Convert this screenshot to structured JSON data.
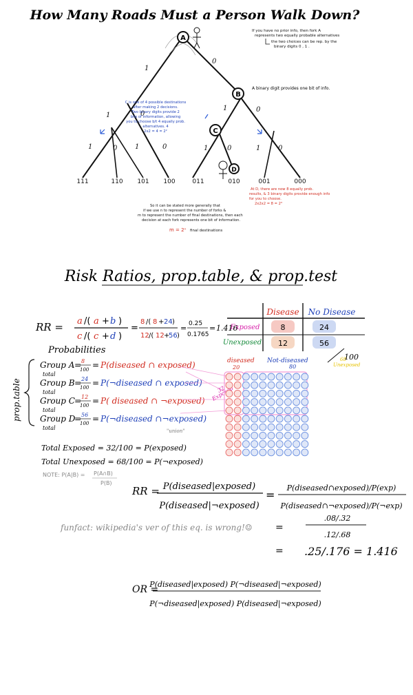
{
  "tree": {
    "title": "How Many Roads Must  a Person Walk Down?",
    "nodes": {
      "a": "A",
      "b": "B",
      "c": "C",
      "d": "D"
    },
    "edge_labels": {
      "one": "1",
      "zero": "0"
    },
    "leaves": [
      "111",
      "110",
      "101",
      "100",
      "011",
      "010",
      "001",
      "000"
    ],
    "note_top": [
      "If you have no prior info, then fork A",
      "represents two equally probable alternatives",
      "the two choices can be rep. by the",
      "binary digits  0 , 1 ."
    ],
    "note_binary": "A binary digit provides one bit of info.",
    "note_c": [
      "C is one of 4 possible destinations",
      "after making 2 decisions.",
      "Two binary digits provide 2",
      "bits of information, allowing",
      "you to choose b/t 4 equally prob.",
      "alternatives.  4",
      "2x2 = 4 = 2²"
    ],
    "note_d": [
      "At D, there are now 8 equally prob.",
      "results, & 3 binary digits provide enough info",
      "for you to choose.",
      "2x2x2 = 8 = 2³"
    ],
    "note_bottom": [
      "So it can be stated more generally that",
      "if we use n to represent the number of forks &",
      "m to represent the number of final destinations, then each",
      "decision at each fork represents one bit of information."
    ],
    "formula": "m = 2ⁿ",
    "formula_tail": "final destinations"
  },
  "rr": {
    "title": "Risk Ratios, prop.table, & prop.test",
    "table": {
      "col_disease": "Disease",
      "col_no_disease": "No Disease",
      "row_exposed": "Exposed",
      "row_unexposed": "Unexposed",
      "cells": [
        [
          "8",
          "24"
        ],
        [
          "12",
          "56"
        ]
      ],
      "total": "100"
    },
    "rr_label": "RR =",
    "rr_formula": {
      "a": "a",
      "b": "b",
      "c": "c",
      "d": "d",
      "n1": "8",
      "n2": "8",
      "n3": "24",
      "n4": "12",
      "n5": "12",
      "n6": "56",
      "dec1": "0.25",
      "dec2": "0.1765",
      "result": "1.416"
    },
    "probabilities_heading": "Probabilities",
    "prop_table_label": "prop.table",
    "groups": [
      {
        "name": "Group A",
        "num": "8",
        "den": "100",
        "prob": "P(diseased ∩ exposed)"
      },
      {
        "name": "Group B",
        "num": "24",
        "den": "100",
        "prob": "P(¬diseased ∩ exposed)"
      },
      {
        "name": "Group C",
        "num": "12",
        "den": "100",
        "prob": "P( diseased ∩ ¬exposed)"
      },
      {
        "name": "Group D",
        "num": "56",
        "den": "100",
        "prob": "P(¬diseased ∩¬exposed)"
      }
    ],
    "total_label": "total",
    "union_note": "\"union\"",
    "grid": {
      "label_diseased": "diseased",
      "label_diseased_n": "20",
      "label_not_diseased": "Not-diseased",
      "label_not_diseased_n": "80",
      "label_exposed": "32",
      "label_exposed_word": "Exposed",
      "label_unexposed": "68",
      "label_unexposed_word": "Unexposed",
      "color_diseased": "#e86a6a",
      "color_not_diseased": "#6a8fe0"
    },
    "total_exposed": "Total Exposed = 32/100 =  P(exposed)",
    "total_unexposed": "Total Unexposed = 68/100 =  P(¬exposed)",
    "note": "NOTE:  P(A|B) =",
    "note_frac_top": "P(A∩B)",
    "note_frac_bot": "P(B)",
    "rr_cond_label": "RR =",
    "rr_cond_num": "P(diseased|exposed)",
    "rr_cond_den": "P(diseased|¬exposed)",
    "rr_cond_eq_num": "P(diseased∩exposed)/P(exp)",
    "rr_cond_eq_den": "P(diseased∩¬exposed)/P(¬exp)",
    "rr_calc_num": ".08/.32",
    "rr_calc_den": ".12/.68",
    "rr_calc_result": ".25/.176  =  1.416",
    "funfact": "funfact: wikipedia's ver of this eq. is wrong!☺",
    "or_label": "OR =",
    "or_num": "P(diseased|exposed) P(¬diseased|¬exposed)",
    "or_den": "P(¬diseased|exposed) P(diseased|¬exposed)"
  }
}
